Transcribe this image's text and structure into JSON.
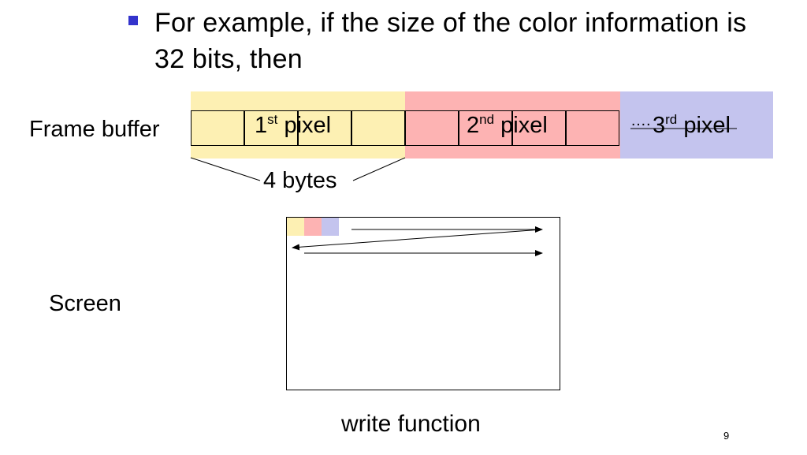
{
  "slide": {
    "bullet_text": "For example, if the size of the color information is 32 bits, then",
    "page_number": "9"
  },
  "frame_buffer": {
    "label": "Frame buffer",
    "pixels": [
      {
        "ordinal": "1",
        "suffix": "st",
        "word": "pixel",
        "color": "#fdf0b3"
      },
      {
        "ordinal": "2",
        "suffix": "nd",
        "word": "pixel",
        "color": "#fdb3b3"
      },
      {
        "prefix": "….",
        "ordinal": "3",
        "suffix": "rd",
        "word": "pixel",
        "color": "#c4c4ee"
      }
    ],
    "bytes_label": "4 bytes"
  },
  "screen": {
    "label": "Screen",
    "caption": "write function"
  },
  "colors": {
    "bullet": "#3333cc",
    "pixel_1": "#fdf0b3",
    "pixel_2": "#fdb3b3",
    "pixel_3": "#c4c4ee"
  }
}
